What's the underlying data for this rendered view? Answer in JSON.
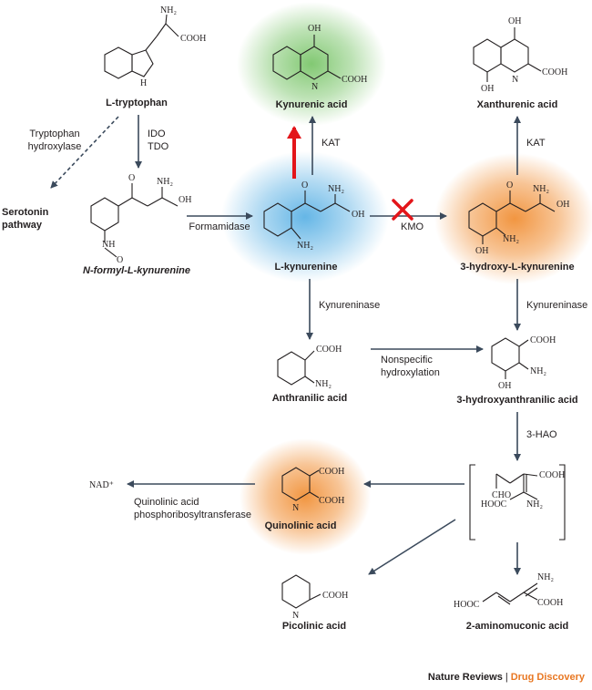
{
  "compounds": {
    "tryptophan": "L-tryptophan",
    "nformyl": "N-formyl-L-kynurenine",
    "kynurenine": "L-kynurenine",
    "kynurenic": "Kynurenic acid",
    "hydroxykyn": "3-hydroxy-L-kynurenine",
    "xanthurenic": "Xanthurenic acid",
    "anthranilic": "Anthranilic acid",
    "hydroxyanth": "3-hydroxyanthranilic acid",
    "quinolinic": "Quinolinic acid",
    "picolinic": "Picolinic acid",
    "aminomuconic": "2-aminomuconic acid",
    "serotonin_1": "Serotonin",
    "serotonin_2": "pathway",
    "nad": "NAD⁺"
  },
  "enzymes": {
    "trp_hydroxylase_1": "Tryptophan",
    "trp_hydroxylase_2": "hydroxylase",
    "ido": "IDO",
    "tdo": "TDO",
    "formamidase": "Formamidase",
    "kat_left": "KAT",
    "kat_right": "KAT",
    "kmo": "KMO",
    "kynureninase_left": "Kynureninase",
    "kynureninase_right": "Kynureninase",
    "nonspecific_1": "Nonspecific",
    "nonspecific_2": "hydroxylation",
    "hao": "3-HAO",
    "qprt_1": "Quinolinic acid",
    "qprt_2": "phosphoribosyltransferase"
  },
  "atoms": {
    "nh2": "NH₂",
    "cooh": "COOH",
    "oh": "OH",
    "o": "O",
    "n": "N",
    "nh": "NH",
    "h": "H",
    "cho": "CHO",
    "hooc": "HOOC"
  },
  "credit": {
    "publisher": "Nature Reviews",
    "separator": "|",
    "journal": "Drug Discovery"
  },
  "colors": {
    "green_glow": "#6cbf5a",
    "blue_glow": "#3fa4e0",
    "orange_glow": "#f08a2c",
    "red_arrow": "#e3151a",
    "arrow": "#3b4a5c"
  }
}
